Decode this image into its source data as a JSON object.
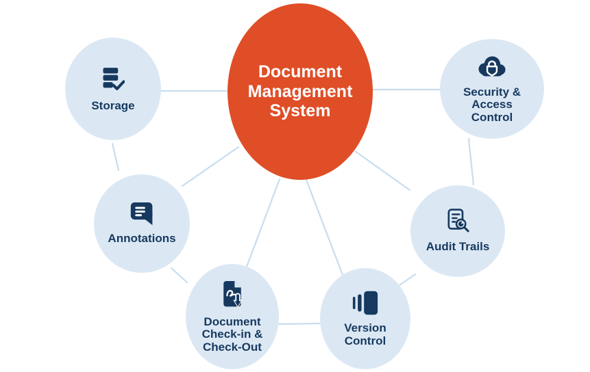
{
  "diagram": {
    "center": {
      "name": "Document Management System",
      "lines": [
        "Document",
        "Management",
        "System"
      ]
    },
    "nodes": {
      "storage": {
        "label": "Storage",
        "lines": [
          "Storage"
        ],
        "icon": "database-check-icon"
      },
      "security": {
        "label": "Security & Access Control",
        "lines": [
          "Security &",
          "Access",
          "Control"
        ],
        "icon": "cloud-lock-icon"
      },
      "annotations": {
        "label": "Annotations",
        "lines": [
          "Annotations"
        ],
        "icon": "comment-lines-icon"
      },
      "audit": {
        "label": "Audit Trails",
        "lines": [
          "Audit Trails"
        ],
        "icon": "document-magnifier-icon"
      },
      "checkin": {
        "label": "Document Check-in & Check-Out",
        "lines": [
          "Document",
          "Check-in &",
          "Check-Out"
        ],
        "icon": "file-arrow-down-icon"
      },
      "version": {
        "label": "Version Control",
        "lines": [
          "Version",
          "Control"
        ],
        "icon": "stacked-versions-icon"
      }
    },
    "edges": [
      [
        "center",
        "storage"
      ],
      [
        "center",
        "security-access-control"
      ],
      [
        "center",
        "annotations"
      ],
      [
        "center",
        "audit-trails"
      ],
      [
        "center",
        "document-check-in-check-out"
      ],
      [
        "center",
        "version-control"
      ],
      [
        "storage",
        "annotations"
      ],
      [
        "annotations",
        "document-check-in-check-out"
      ],
      [
        "document-check-in-check-out",
        "version-control"
      ],
      [
        "version-control",
        "audit-trails"
      ],
      [
        "audit-trails",
        "security-access-control"
      ]
    ],
    "colors": {
      "hub_fill": "#df4e27",
      "hub_text": "#ffffff",
      "node_fill": "#dbe8f4",
      "node_text": "#17395f",
      "icon": "#17395f",
      "connector": "#c7ddef",
      "background": "#ffffff"
    }
  }
}
